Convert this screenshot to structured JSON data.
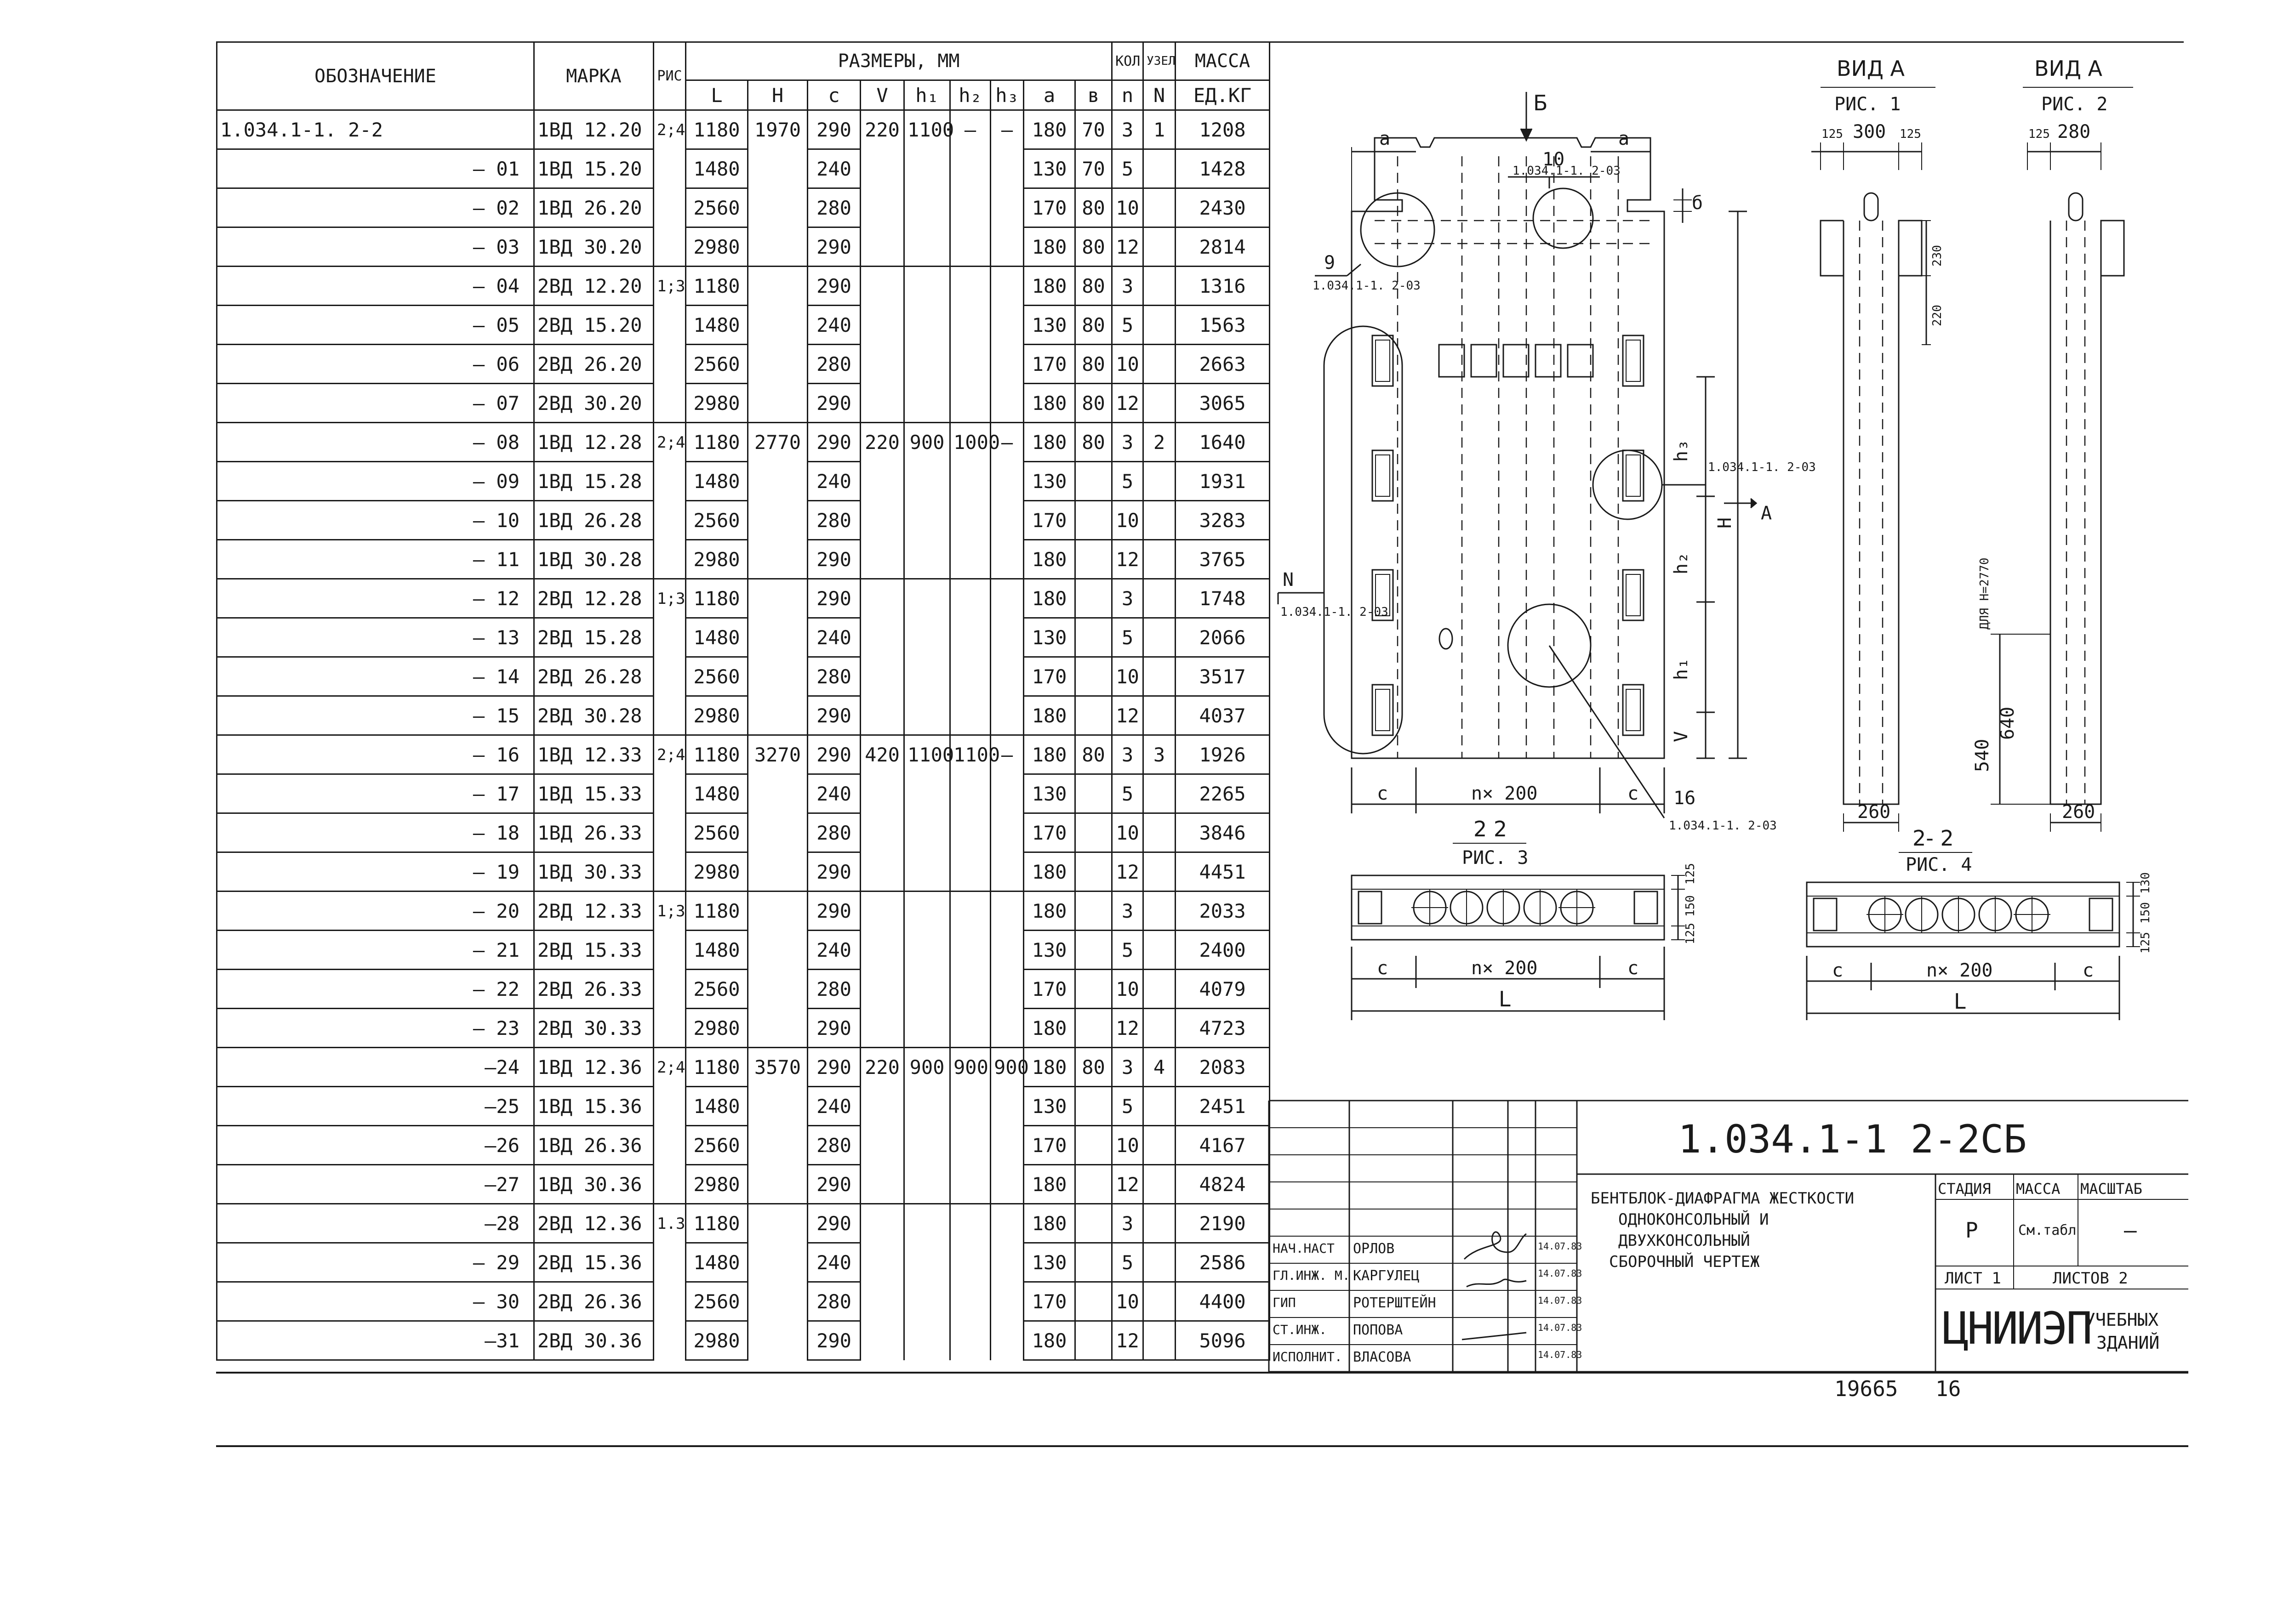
{
  "table": {
    "headers": {
      "designation": "ОБОЗНАЧЕНИЕ",
      "mark": "МАРКА",
      "fig": "РИС",
      "dimensions": "РАЗМЕРЫ, ММ",
      "qty": "КОЛ",
      "node": "УЗЕЛ",
      "mass": "МАССА",
      "mass_unit": "ЕД.КГ"
    },
    "sub_headers": [
      "L",
      "H",
      "c",
      "V",
      "h₁",
      "h₂",
      "h₃",
      "a",
      "в",
      "n",
      "N"
    ],
    "rows": [
      {
        "designation": "1.034.1-1. 2-2",
        "mark": "1ВД 12.20",
        "fig": "2;4",
        "L": "1180",
        "H": "1970",
        "c": "290",
        "V": "220",
        "h1": "1100",
        "h2": "—",
        "h3": "—",
        "a": "180",
        "b": "70",
        "n": "3",
        "N": "1",
        "mass": "1208"
      },
      {
        "designation": "– 01",
        "mark": "1ВД 15.20",
        "fig": "",
        "L": "1480",
        "H": "",
        "c": "240",
        "V": "",
        "h1": "",
        "h2": "",
        "h3": "",
        "a": "130",
        "b": "70",
        "n": "5",
        "N": "",
        "mass": "1428"
      },
      {
        "designation": "– 02",
        "mark": "1ВД 26.20",
        "fig": "",
        "L": "2560",
        "H": "",
        "c": "280",
        "V": "",
        "h1": "",
        "h2": "",
        "h3": "",
        "a": "170",
        "b": "80",
        "n": "10",
        "N": "",
        "mass": "2430"
      },
      {
        "designation": "– 03",
        "mark": "1ВД 30.20",
        "fig": "",
        "L": "2980",
        "H": "",
        "c": "290",
        "V": "",
        "h1": "",
        "h2": "",
        "h3": "",
        "a": "180",
        "b": "80",
        "n": "12",
        "N": "",
        "mass": "2814"
      },
      {
        "designation": "– 04",
        "mark": "2ВД 12.20",
        "fig": "1;3",
        "L": "1180",
        "H": "",
        "c": "290",
        "V": "",
        "h1": "",
        "h2": "",
        "h3": "",
        "a": "180",
        "b": "80",
        "n": "3",
        "N": "",
        "mass": "1316"
      },
      {
        "designation": "– 05",
        "mark": "2ВД 15.20",
        "fig": "",
        "L": "1480",
        "H": "",
        "c": "240",
        "V": "",
        "h1": "",
        "h2": "",
        "h3": "",
        "a": "130",
        "b": "80",
        "n": "5",
        "N": "",
        "mass": "1563"
      },
      {
        "designation": "– 06",
        "mark": "2ВД 26.20",
        "fig": "",
        "L": "2560",
        "H": "",
        "c": "280",
        "V": "",
        "h1": "",
        "h2": "",
        "h3": "",
        "a": "170",
        "b": "80",
        "n": "10",
        "N": "",
        "mass": "2663"
      },
      {
        "designation": "– 07",
        "mark": "2ВД 30.20",
        "fig": "",
        "L": "2980",
        "H": "",
        "c": "290",
        "V": "",
        "h1": "",
        "h2": "",
        "h3": "",
        "a": "180",
        "b": "80",
        "n": "12",
        "N": "",
        "mass": "3065"
      },
      {
        "designation": "– 08",
        "mark": "1ВД 12.28",
        "fig": "2;4",
        "L": "1180",
        "H": "2770",
        "c": "290",
        "V": "220",
        "h1": "900",
        "h2": "1000",
        "h3": "—",
        "a": "180",
        "b": "80",
        "n": "3",
        "N": "2",
        "mass": "1640"
      },
      {
        "designation": "– 09",
        "mark": "1ВД 15.28",
        "fig": "",
        "L": "1480",
        "H": "",
        "c": "240",
        "V": "",
        "h1": "",
        "h2": "",
        "h3": "",
        "a": "130",
        "b": "",
        "n": "5",
        "N": "",
        "mass": "1931"
      },
      {
        "designation": "– 10",
        "mark": "1ВД 26.28",
        "fig": "",
        "L": "2560",
        "H": "",
        "c": "280",
        "V": "",
        "h1": "",
        "h2": "",
        "h3": "",
        "a": "170",
        "b": "",
        "n": "10",
        "N": "",
        "mass": "3283"
      },
      {
        "designation": "– 11",
        "mark": "1ВД 30.28",
        "fig": "",
        "L": "2980",
        "H": "",
        "c": "290",
        "V": "",
        "h1": "",
        "h2": "",
        "h3": "",
        "a": "180",
        "b": "",
        "n": "12",
        "N": "",
        "mass": "3765"
      },
      {
        "designation": "– 12",
        "mark": "2ВД 12.28",
        "fig": "1;3",
        "L": "1180",
        "H": "",
        "c": "290",
        "V": "",
        "h1": "",
        "h2": "",
        "h3": "",
        "a": "180",
        "b": "",
        "n": "3",
        "N": "",
        "mass": "1748"
      },
      {
        "designation": "– 13",
        "mark": "2ВД 15.28",
        "fig": "",
        "L": "1480",
        "H": "",
        "c": "240",
        "V": "",
        "h1": "",
        "h2": "",
        "h3": "",
        "a": "130",
        "b": "",
        "n": "5",
        "N": "",
        "mass": "2066"
      },
      {
        "designation": "– 14",
        "mark": "2ВД 26.28",
        "fig": "",
        "L": "2560",
        "H": "",
        "c": "280",
        "V": "",
        "h1": "",
        "h2": "",
        "h3": "",
        "a": "170",
        "b": "",
        "n": "10",
        "N": "",
        "mass": "3517"
      },
      {
        "designation": "– 15",
        "mark": "2ВД 30.28",
        "fig": "",
        "L": "2980",
        "H": "",
        "c": "290",
        "V": "",
        "h1": "",
        "h2": "",
        "h3": "",
        "a": "180",
        "b": "",
        "n": "12",
        "N": "",
        "mass": "4037"
      },
      {
        "designation": "– 16",
        "mark": "1ВД 12.33",
        "fig": "2;4",
        "L": "1180",
        "H": "3270",
        "c": "290",
        "V": "420",
        "h1": "1100",
        "h2": "1100",
        "h3": "—",
        "a": "180",
        "b": "80",
        "n": "3",
        "N": "3",
        "mass": "1926"
      },
      {
        "designation": "– 17",
        "mark": "1ВД 15.33",
        "fig": "",
        "L": "1480",
        "H": "",
        "c": "240",
        "V": "",
        "h1": "",
        "h2": "",
        "h3": "",
        "a": "130",
        "b": "",
        "n": "5",
        "N": "",
        "mass": "2265"
      },
      {
        "designation": "– 18",
        "mark": "1ВД 26.33",
        "fig": "",
        "L": "2560",
        "H": "",
        "c": "280",
        "V": "",
        "h1": "",
        "h2": "",
        "h3": "",
        "a": "170",
        "b": "",
        "n": "10",
        "N": "",
        "mass": "3846"
      },
      {
        "designation": "– 19",
        "mark": "1ВД 30.33",
        "fig": "",
        "L": "2980",
        "H": "",
        "c": "290",
        "V": "",
        "h1": "",
        "h2": "",
        "h3": "",
        "a": "180",
        "b": "",
        "n": "12",
        "N": "",
        "mass": "4451"
      },
      {
        "designation": "– 20",
        "mark": "2ВД 12.33",
        "fig": "1;3",
        "L": "1180",
        "H": "",
        "c": "290",
        "V": "",
        "h1": "",
        "h2": "",
        "h3": "",
        "a": "180",
        "b": "",
        "n": "3",
        "N": "",
        "mass": "2033"
      },
      {
        "designation": "– 21",
        "mark": "2ВД 15.33",
        "fig": "",
        "L": "1480",
        "H": "",
        "c": "240",
        "V": "",
        "h1": "",
        "h2": "",
        "h3": "",
        "a": "130",
        "b": "",
        "n": "5",
        "N": "",
        "mass": "2400"
      },
      {
        "designation": "– 22",
        "mark": "2ВД 26.33",
        "fig": "",
        "L": "2560",
        "H": "",
        "c": "280",
        "V": "",
        "h1": "",
        "h2": "",
        "h3": "",
        "a": "170",
        "b": "",
        "n": "10",
        "N": "",
        "mass": "4079"
      },
      {
        "designation": "– 23",
        "mark": "2ВД 30.33",
        "fig": "",
        "L": "2980",
        "H": "",
        "c": "290",
        "V": "",
        "h1": "",
        "h2": "",
        "h3": "",
        "a": "180",
        "b": "",
        "n": "12",
        "N": "",
        "mass": "4723"
      },
      {
        "designation": "–24",
        "mark": "1ВД 12.36",
        "fig": "2;4",
        "L": "1180",
        "H": "3570",
        "c": "290",
        "V": "220",
        "h1": "900",
        "h2": "900",
        "h3": "900",
        "a": "180",
        "b": "80",
        "n": "3",
        "N": "4",
        "mass": "2083"
      },
      {
        "designation": "–25",
        "mark": "1ВД 15.36",
        "fig": "",
        "L": "1480",
        "H": "",
        "c": "240",
        "V": "",
        "h1": "",
        "h2": "",
        "h3": "",
        "a": "130",
        "b": "",
        "n": "5",
        "N": "",
        "mass": "2451"
      },
      {
        "designation": "–26",
        "mark": "1ВД 26.36",
        "fig": "",
        "L": "2560",
        "H": "",
        "c": "280",
        "V": "",
        "h1": "",
        "h2": "",
        "h3": "",
        "a": "170",
        "b": "",
        "n": "10",
        "N": "",
        "mass": "4167"
      },
      {
        "designation": "–27",
        "mark": "1ВД 30.36",
        "fig": "",
        "L": "2980",
        "H": "",
        "c": "290",
        "V": "",
        "h1": "",
        "h2": "",
        "h3": "",
        "a": "180",
        "b": "",
        "n": "12",
        "N": "",
        "mass": "4824"
      },
      {
        "designation": "–28",
        "mark": "2ВД 12.36",
        "fig": "1.3",
        "L": "1180",
        "H": "",
        "c": "290",
        "V": "",
        "h1": "",
        "h2": "",
        "h3": "",
        "a": "180",
        "b": "",
        "n": "3",
        "N": "",
        "mass": "2190"
      },
      {
        "designation": "– 29",
        "mark": "2ВД 15.36",
        "fig": "",
        "L": "1480",
        "H": "",
        "c": "240",
        "V": "",
        "h1": "",
        "h2": "",
        "h3": "",
        "a": "130",
        "b": "",
        "n": "5",
        "N": "",
        "mass": "2586"
      },
      {
        "designation": "– 30",
        "mark": "2ВД 26.36",
        "fig": "",
        "L": "2560",
        "H": "",
        "c": "280",
        "V": "",
        "h1": "",
        "h2": "",
        "h3": "",
        "a": "170",
        "b": "",
        "n": "10",
        "N": "",
        "mass": "4400"
      },
      {
        "designation": "–31",
        "mark": "2ВД 30.36",
        "fig": "",
        "L": "2980",
        "H": "",
        "c": "290",
        "V": "",
        "h1": "",
        "h2": "",
        "h3": "",
        "a": "180",
        "b": "",
        "n": "12",
        "N": "",
        "mass": "5096"
      }
    ]
  },
  "drawing": {
    "view_b": "Б",
    "a": "a",
    "callout_10": "10",
    "callout_10_ref": "1.034.1-1. 2-03",
    "callout_9": "9",
    "callout_9_ref": "1.034.1-1. 2-03",
    "callout_n": "N",
    "callout_n_ref": "1.034.1-1. 2-03",
    "callout_16": "16",
    "callout_16_ref": "1.034.1-1. 2-03",
    "callout_right_ref": "1.034.1-1. 2-03",
    "h3": "h₃",
    "h2": "h₂",
    "h1": "h₁",
    "v": "V",
    "h": "H",
    "arrow_a": "A",
    "b_dim": "б",
    "dim_c": "c",
    "dim_nx200": "n× 200",
    "section_22": "2 2",
    "fig3": "РИС. 3",
    "section_22b": "2- 2",
    "fig4": "РИС. 4",
    "dim_L": "L",
    "sec_125": "125",
    "sec_150": "150",
    "sec_130": "130",
    "view_a": "ВИД А",
    "fig1": "РИС. 1",
    "fig2": "РИС. 2",
    "v1_125a": "125",
    "v1_300": "300",
    "v1_125b": "125",
    "v2_125": "125",
    "v2_280": "280",
    "v1_230": "230",
    "v1_220": "220",
    "v1_260": "260",
    "v2_260": "260",
    "v2_note": "ДЛЯ H=2770",
    "v2_640": "640",
    "v2_540": "540"
  },
  "titleblock": {
    "code": "1.034.1-1   2-2СБ",
    "title_lines": [
      "БЕНТБЛОК-ДИАФРАГМА ЖЕСТКОСТИ",
      "ОДНОКОНСОЛЬНЫЙ И",
      "ДВУХКОНСОЛЬНЫЙ",
      "СБОРОЧНЫЙ ЧЕРТЕЖ"
    ],
    "stage_label": "СТАДИЯ",
    "mass_label": "МАССА",
    "scale_label": "МАСШТАБ",
    "stage_value": "Р",
    "mass_value": "См.табл",
    "scale_value": "—",
    "sheet_label": "ЛИСТ 1",
    "sheets_label": "ЛИСТОВ 2",
    "org": "ЦНИИЭП",
    "org_sub1": "УЧЕБНЫХ",
    "org_sub2": "ЗДАНИЙ",
    "signers": [
      {
        "role": "НАЧ.НАСТ",
        "name": "ОРЛОВ",
        "date": "14.07.83"
      },
      {
        "role": "ГЛ.ИНЖ. М.",
        "name": "КАРГУЛЕЦ",
        "date": "14.07.83"
      },
      {
        "role": "ГИП",
        "name": "РОТЕРШТЕЙН",
        "date": "14.07.83"
      },
      {
        "role": "СТ.ИНЖ.",
        "name": "ПОПОВА",
        "date": "14.07.83"
      },
      {
        "role": "ИСПОЛНИТ.",
        "name": "ВЛАСОВА",
        "date": "14.07.83"
      }
    ]
  },
  "footer": {
    "inventory": "19665",
    "page": "16"
  }
}
